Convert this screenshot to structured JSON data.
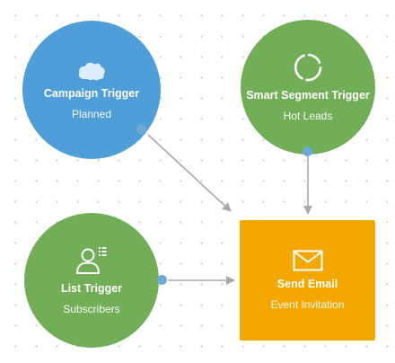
{
  "nodes": {
    "campaign": {
      "title": "Campaign Trigger",
      "subtitle": "Planned",
      "color": "#4f9ed8",
      "icon": "cloud-icon"
    },
    "segment": {
      "title": "Smart Segment Trigger",
      "subtitle": "Hot Leads",
      "color": "#72ad57",
      "icon": "segment-ring-icon"
    },
    "list": {
      "title": "List Trigger",
      "subtitle": "Subscribers",
      "color": "#72ad57",
      "icon": "user-list-icon"
    },
    "email": {
      "title": "Send Email",
      "subtitle": "Event Invitation",
      "color": "#f3a700",
      "icon": "envelope-icon"
    }
  },
  "edges": [
    {
      "from": "campaign",
      "to": "email"
    },
    {
      "from": "segment",
      "to": "email"
    },
    {
      "from": "list",
      "to": "email"
    }
  ],
  "colors": {
    "edge": "#a9a9a9",
    "port": "#6ea9d6",
    "grid_dot": "#c9cdd3"
  }
}
